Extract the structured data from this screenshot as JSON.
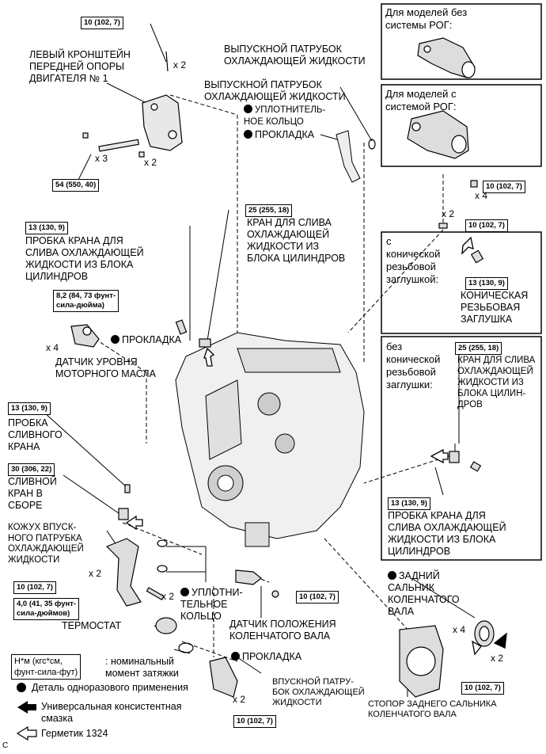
{
  "torques": {
    "bracket_bolt": "10 (102, 7)",
    "bracket_main": "54 (550, 40)",
    "outlet_x4": "10 (102, 7)",
    "outlet_x2": "10 (102, 7)",
    "drain_plug_cylinder_top": "13 (130, 9)",
    "drain_cock_cylinder_top": "25 (255, 18)",
    "oil_sensor": "8,2 (84, 73 фунт-\nсила-дюйма)",
    "taper_plug": "13 (130, 9)",
    "drain_cock_right": "25 (255, 18)",
    "drain_plug_left": "13 (130, 9)",
    "drain_cock_assy": "30 (306, 22)",
    "inlet_housing": "10 (102, 7)",
    "thermostat": "4,0 (41, 35 фунт-\nсила-дюймов)",
    "crank_sensor": "10 (102, 7)",
    "rear_seal_retainer": "10 (102, 7)",
    "bottom_inlet": "10 (102, 7)",
    "drain_plug_right": "13 (130, 9)"
  },
  "labels": {
    "bracket": "ЛЕВЫЙ КРОНШТЕЙН\nПЕРЕДНЕЙ ОПОРЫ\nДВИГАТЕЛЯ № 1",
    "no_egr_title": "Для моделей без\nсистемы РОГ:",
    "outlet_top": "ВЫПУСКНОЙ ПАТРУБОК\nОХЛАЖДАЮЩЕЙ ЖИДКОСТИ",
    "outlet_mid": "ВЫПУСКНОЙ ПАТРУБОК\nОХЛАЖДАЮЩЕЙ ЖИДКОСТИ",
    "egr_title": "Для моделей с\nсистемой РОГ:",
    "o_ring": "УПЛОТНИТЕЛЬ-\nНОЕ КОЛЬЦО",
    "gasket_top": "ПРОКЛАДКА",
    "drain_plug_cylinder": "ПРОБКА КРАНА ДЛЯ\nСЛИВА ОХЛАЖДАЮЩЕЙ\nЖИДКОСТИ ИЗ БЛОКА\nЦИЛИНДРОВ",
    "drain_cock_cylinder": "КРАН ДЛЯ СЛИВА\nОХЛАЖДАЮЩЕЙ\nЖИДКОСТИ ИЗ\nБЛОКА ЦИЛИНДРОВ",
    "with_taper": "с\nконической\nрезьбовой\nзаглушкой:",
    "taper_plug": "КОНИЧЕСКАЯ\nРЕЗЬБОВАЯ\nЗАГЛУШКА",
    "gasket_sensor": "ПРОКЛАДКА",
    "oil_level_sensor": "ДАТЧИК УРОВНЯ\nМОТОРНОГО МАСЛА",
    "without_taper": "без\nконической\nрезьбовой\nзаглушки:",
    "drain_cock_right": "КРАН ДЛЯ СЛИВА\nОХЛАЖДАЮЩЕЙ\nЖИДКОСТИ ИЗ\nБЛОКА ЦИЛИН-\nДРОВ",
    "drain_plug_left": "ПРОБКА\nСЛИВНОГО\nКРАНА",
    "drain_cock_assy": "СЛИВНОЙ\nКРАН В\nСБОРЕ",
    "inlet_housing": "КОЖУХ ВПУСК-\nНОГО ПАТРУБКА\nОХЛАЖДАЮЩЕЙ\nЖИДКОСТИ",
    "o_ring_bottom": "УПЛОТНИ-\nТЕЛЬНОЕ\nКОЛЬЦО",
    "thermostat": "ТЕРМОСТАТ",
    "crank_sensor": "ДАТЧИК ПОЛОЖЕНИЯ\nКОЛЕНЧАТОГО ВАЛА",
    "drain_plug_right": "ПРОБКА КРАНА ДЛЯ\nСЛИВА ОХЛАЖДАЮЩЕЙ\nЖИДКОСТИ ИЗ БЛОКА\nЦИЛИНДРОВ",
    "rear_seal": "ЗАДНИЙ\nСАЛЬНИК\nКОЛЕНЧАТОГО\nВАЛА",
    "gasket_bottom": "ПРОКЛАДКА",
    "inlet_bottom": "ВПУСКНОЙ ПАТРУ-\nБОК ОХЛАЖДАЮЩЕЙ\nЖИДКОСТИ",
    "retainer": "СТОПОР ЗАДНЕГО САЛЬНИКА\nКОЛЕНЧАТОГО ВАЛА"
  },
  "quantities": {
    "q_bracket_x2a": "x 2",
    "q_bracket_x3": "x 3",
    "q_bracket_x2b": "x 2",
    "q_outlet_x4": "x 4",
    "q_outlet_x2": "x 2",
    "q_sensor_x4": "x 4",
    "q_inlet_x2": "x 2",
    "q_thermo_x2": "x 2",
    "q_seal_x4": "x 4",
    "q_seal_x2": "x 2",
    "q_bottom_x2": "x 2"
  },
  "legend": {
    "torque_box": "Н*м (кгс*см,\nфунт-сила-фут)",
    "torque_text": ": номинальный\nмомент затяжки",
    "non_reusable": "Деталь одноразового применения",
    "grease": "Универсальная консистентная\nсмазка",
    "sealant": "Герметик 1324"
  },
  "figure_code": "C"
}
